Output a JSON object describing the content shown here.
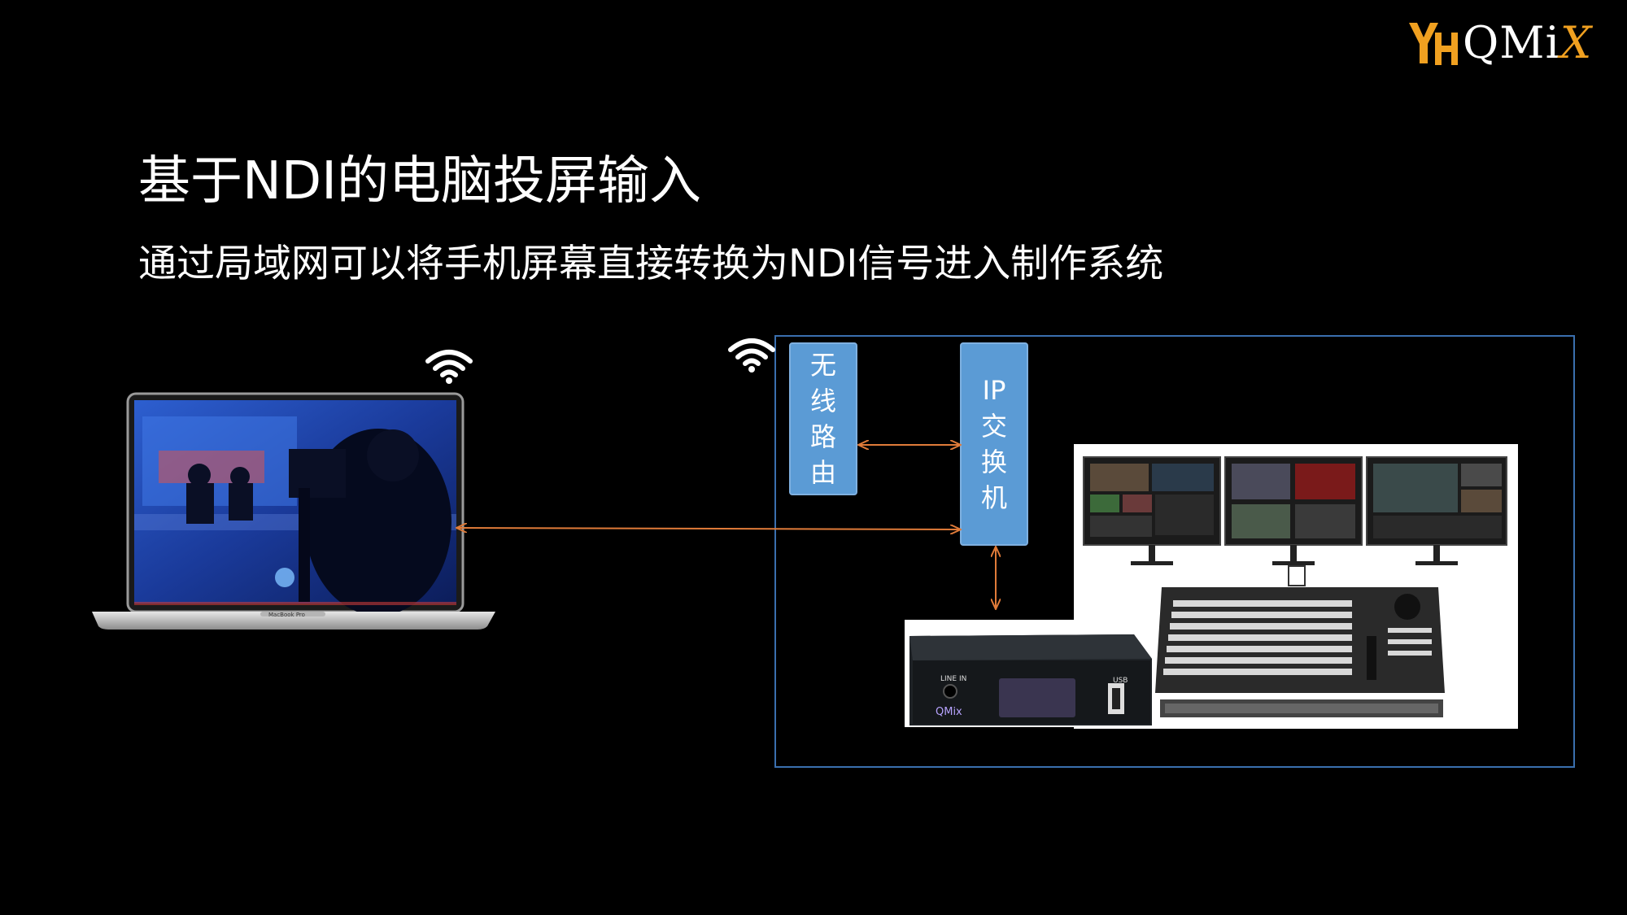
{
  "logo": {
    "text_main": "QMi",
    "text_accent": "X",
    "mark_letters": "YH"
  },
  "title": "基于NDI的电脑投屏输入",
  "subtitle": "通过局域网可以将手机屏幕直接转换为NDI信号进入制作系统",
  "router": {
    "label_chars": [
      "无",
      "线",
      "路",
      "由"
    ]
  },
  "switch": {
    "label_chars": [
      "IP",
      "交",
      "换",
      "机"
    ]
  },
  "device": {
    "line_in_label": "LINE IN",
    "usb_label": "USB",
    "brand": "QMix"
  },
  "laptop": {
    "model_label": "MacBook Pro"
  },
  "colors": {
    "arrow": "#e07b39",
    "box_fill": "#5b9bd5",
    "system_border": "#3a6fae",
    "logo_accent": "#f0a020"
  }
}
